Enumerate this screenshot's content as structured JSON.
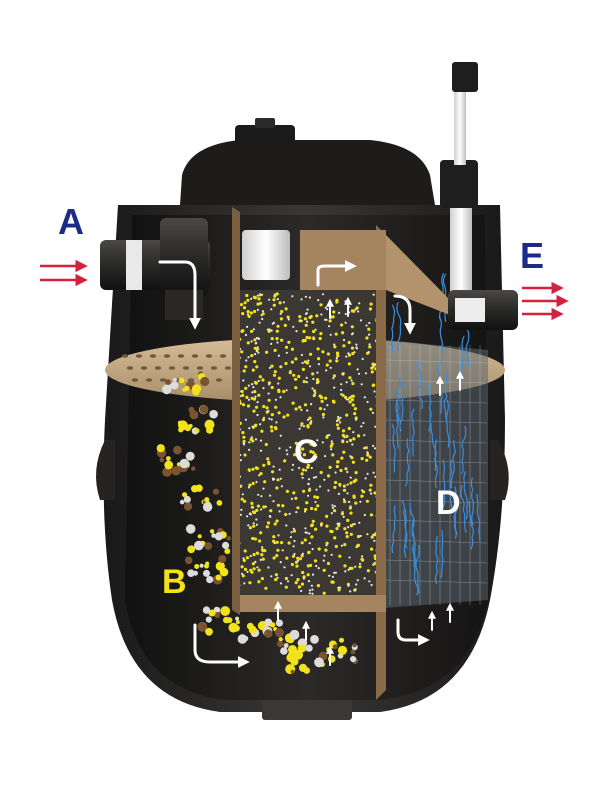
{
  "labels": {
    "a": "A",
    "b": "B",
    "c": "C",
    "d": "D",
    "e": "E"
  },
  "colors": {
    "label_blue": "#1d2a86",
    "label_yellow": "#f5e11a",
    "label_white": "#ffffff",
    "flow_arrow_red": "#d4213d",
    "tank_body": "#2a2928",
    "tank_lid": "#1b1b1b",
    "plate_tan": "#c4a882",
    "partition_brown": "#8a6a48",
    "media_yellow": "#f2e21c",
    "bubble_blue": "#3a8fe0"
  },
  "icons": {
    "inlet_arrows": "double-right-arrow-icon",
    "outlet_arrows": "triple-right-arrow-icon",
    "flow_arrows": "white-curved-arrow-icon"
  }
}
